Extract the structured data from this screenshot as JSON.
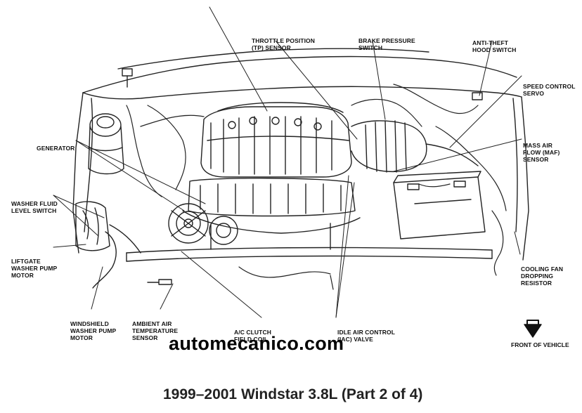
{
  "labels": {
    "throttle_position": [
      "THROTTLE POSITION",
      "(TP) SENSOR"
    ],
    "brake_pressure": [
      "BRAKE PRESSURE",
      "SWITCH"
    ],
    "anti_theft": [
      "ANTI-THEFT",
      "HOOD SWITCH"
    ],
    "speed_control": [
      "SPEED CONTROL",
      "SERVO"
    ],
    "mass_air_flow": [
      "MASS AIR",
      "FLOW (MAF)",
      "SENSOR"
    ],
    "generator": [
      "GENERATOR"
    ],
    "washer_fluid": [
      "WASHER FLUID",
      "LEVEL SWITCH"
    ],
    "liftgate_pump": [
      "LIFTGATE",
      "WASHER PUMP",
      "MOTOR"
    ],
    "windshield_pump": [
      "WINDSHIELD",
      "WASHER PUMP",
      "MOTOR"
    ],
    "ambient_air": [
      "AMBIENT AIR",
      "TEMPERATURE",
      "SENSOR"
    ],
    "ac_clutch": [
      "A/C CLUTCH",
      "FIELD COIL"
    ],
    "idle_air": [
      "IDLE AIR CONTROL",
      "(IAC) VALVE"
    ],
    "cooling_fan": [
      "COOLING FAN",
      "DROPPING",
      "RESISTOR"
    ]
  },
  "front_of_vehicle": "FRONT OF VEHICLE",
  "watermark": "automecanico.com",
  "caption": "1999–2001 Windstar 3.8L (Part 2 of 4)"
}
